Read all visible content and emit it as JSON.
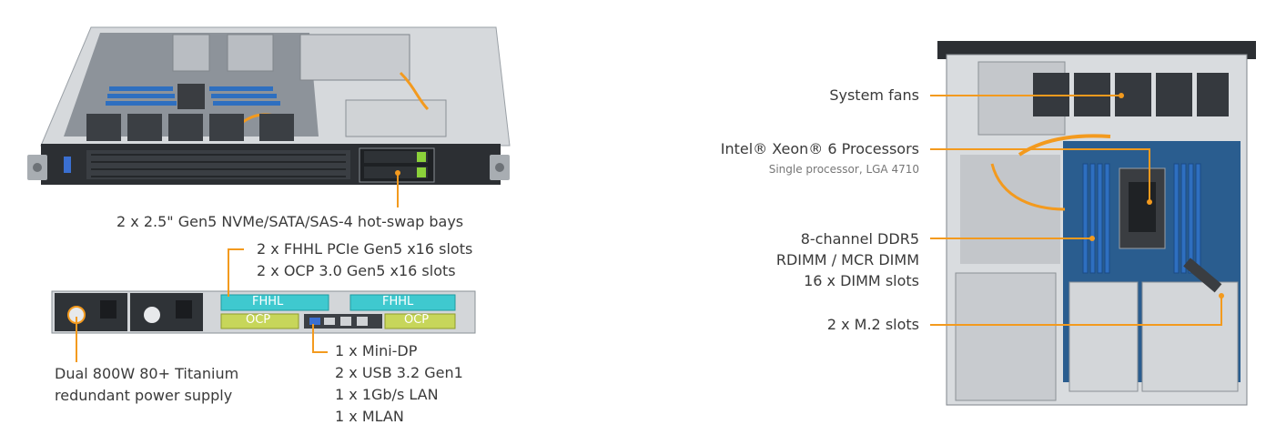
{
  "colors": {
    "accent": "#f39a1e",
    "chassis": "#2c2f33",
    "pcie": "#3fc9cf",
    "ocp": "#c7d65a",
    "board": "#2a5d8f",
    "dimm": "#2e6fc0",
    "metal": "#c9ccd0"
  },
  "front": {
    "label": "2 x 2.5\" Gen5 NVMe/SATA/SAS-4 hot-swap bays"
  },
  "rear": {
    "slots_label_1": "2 x FHHL PCIe Gen5 x16 slots",
    "slots_label_2": "2 x OCP 3.0 Gen5 x16 slots",
    "slot_tag_fhhl": "FHHL",
    "slot_tag_ocp": "OCP",
    "io_lines": [
      "1 x Mini-DP",
      "2 x USB 3.2 Gen1",
      "1 x 1Gb/s LAN",
      "1 x MLAN"
    ],
    "psu_lines": [
      "Dual 800W 80+ Titanium",
      "redundant power supply"
    ]
  },
  "top": {
    "fans": "System fans",
    "cpu": "Intel® Xeon® 6 Processors",
    "cpu_sub": "Single processor, LGA 4710",
    "memory": [
      "8-channel DDR5",
      "RDIMM / MCR DIMM",
      "16 x DIMM slots"
    ],
    "m2": "2 x M.2 slots"
  }
}
